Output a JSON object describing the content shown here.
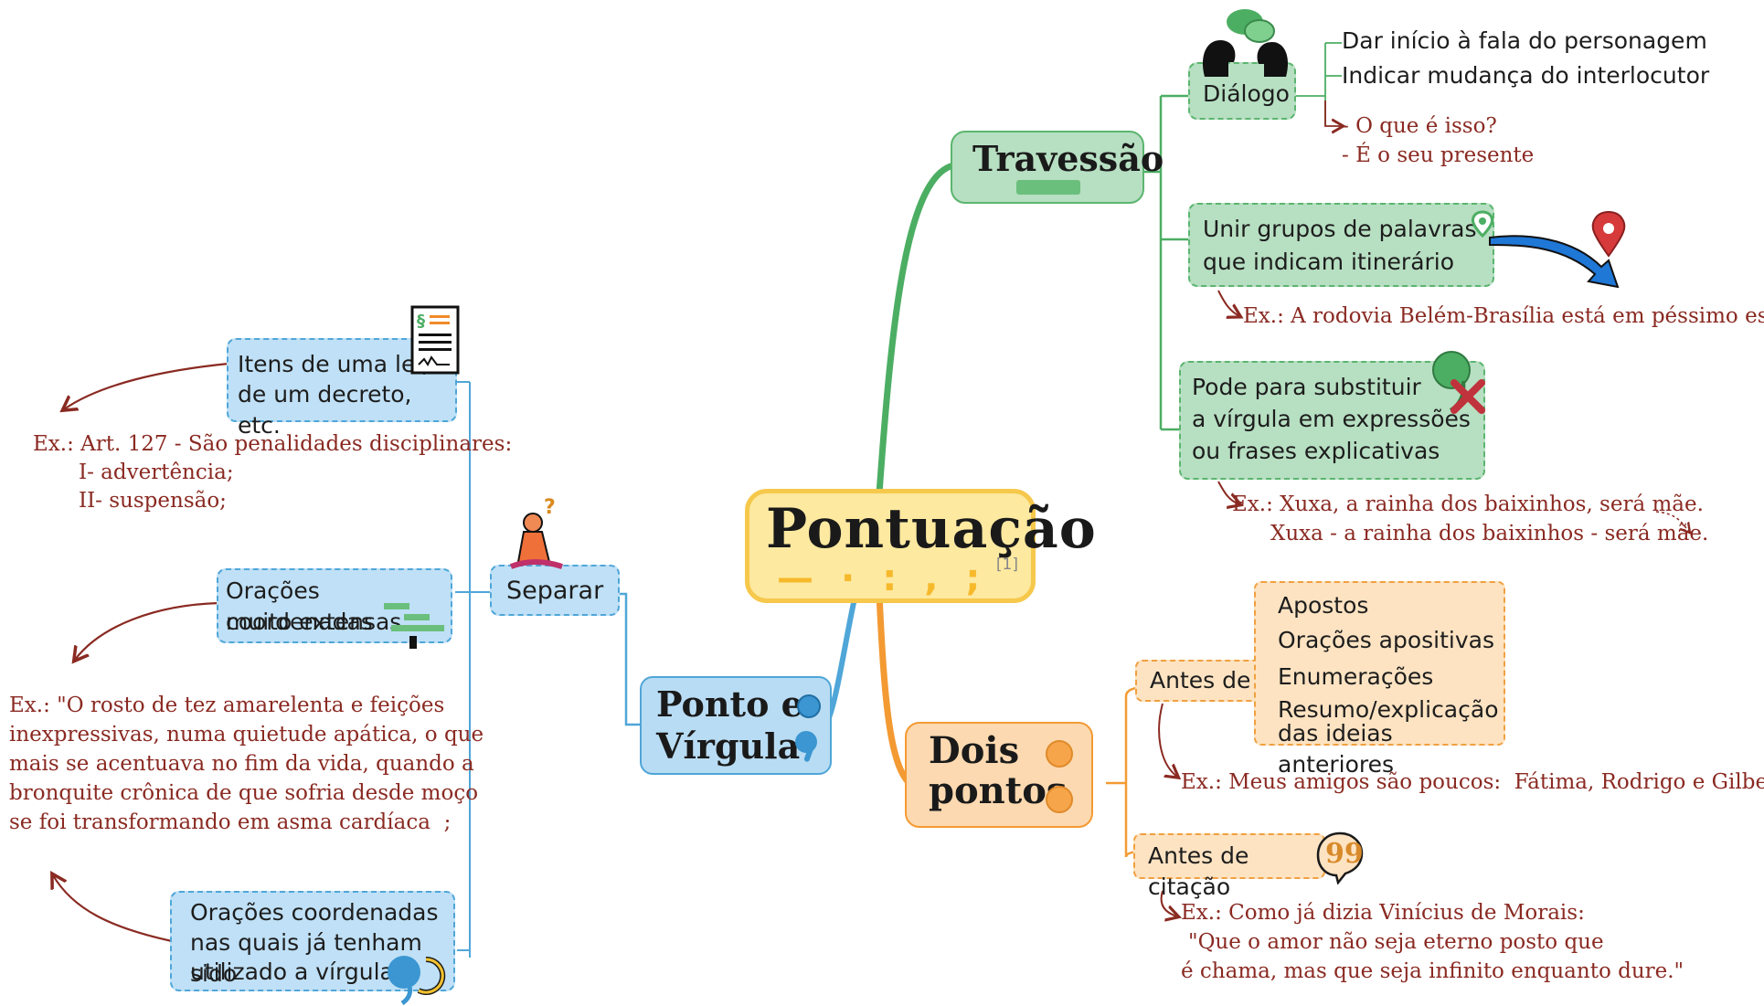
{
  "central": {
    "title": "Pontuação",
    "marks": [
      "—",
      "·",
      ":",
      ",",
      ";"
    ],
    "ref": "[1]"
  },
  "travessao": {
    "title": "Travessão",
    "dialogo": {
      "title": "Diálogo",
      "items": [
        "Dar início à fala do personagem",
        "Indicar mudança do interlocutor"
      ],
      "example": [
        "- O que é isso?",
        "- É o seu presente"
      ]
    },
    "itinerario": {
      "lines": [
        "Unir grupos de palavras",
        "que indicam itinerário"
      ],
      "example": "Ex.: A rodovia Belém-Brasília está em péssimo estado."
    },
    "substituir": {
      "lines": [
        "Pode para substituir",
        "a vírgula em expressões",
        "ou frases explicativas"
      ],
      "example": [
        "Ex.: Xuxa, a rainha dos baixinhos, será mãe.",
        "Xuxa - a rainha dos baixinhos - será mãe."
      ]
    }
  },
  "dois_pontos": {
    "title": [
      "Dois",
      "pontos"
    ],
    "antes_de": {
      "label": "Antes de",
      "items": [
        "Apostos",
        "Orações apositivas",
        "Enumerações",
        "Resumo/explicação",
        "das ideias anteriores"
      ],
      "example": "Ex.: Meus amigos são poucos:  Fátima, Rodrigo e Gilberto."
    },
    "citacao": {
      "label": "Antes de citação",
      "example": [
        "Ex.: Como já dizia Vinícius de Morais:",
        "\"Que o amor não seja eterno posto que",
        "é chama, mas que seja infinito enquanto dure.\""
      ]
    }
  },
  "ponto_virgula": {
    "title": [
      "Ponto e",
      "Vírgula"
    ],
    "separar": {
      "label": "Separar",
      "lei": {
        "lines": [
          "Itens de uma lei,",
          "de um decreto, etc."
        ],
        "example": [
          "Ex.: Art. 127 - São penalidades disciplinares:",
          "I- advertência;",
          "II- suspensão;"
        ]
      },
      "extensas": {
        "lines": [
          "Orações coordenadas",
          "muito extensas"
        ],
        "example": [
          "Ex.: \"O rosto de tez amarelenta e feições",
          "inexpressivas, numa quietude apática, o que",
          "mais se acentuava no fim da vida, quando a",
          "bronquite crônica de que sofria desde moço",
          "se foi transformando em asma cardíaca  ;"
        ]
      },
      "virgula": {
        "lines": [
          "Orações coordenadas",
          "nas quais já tenham sido",
          "utilizado a vírgula."
        ]
      }
    }
  },
  "colors": {
    "green": "#5bb56f",
    "green_fill": "#b7dfc2",
    "orange": "#f39a33",
    "orange_fill": "#fcd9b0",
    "blue": "#4fa6d8",
    "blue_fill": "#b8dcf3",
    "central_fill": "#fde9a0",
    "central_border": "#f6c84b",
    "example_text": "#8a2a22"
  },
  "icons": [
    "speech-heads-icon",
    "location-pin-icon",
    "comma-cross-icon",
    "quote-icon",
    "law-document-icon",
    "thinking-person-icon",
    "stacked-lines-icon",
    "recycle-comma-icon"
  ]
}
